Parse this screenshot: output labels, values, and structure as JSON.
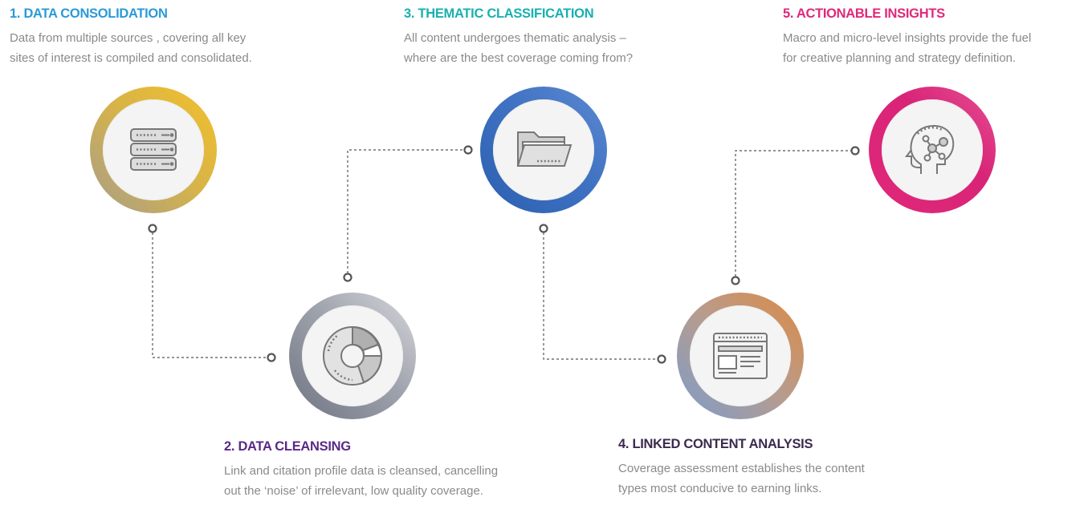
{
  "steps": [
    {
      "title": "1. DATA CONSOLIDATION",
      "desc_line1": "Data from multiple sources , covering all key",
      "desc_line2": "sites of interest is compiled and consolidated.",
      "color": "#2a9ad8",
      "icon": "server-icon"
    },
    {
      "title": "2. DATA CLEANSING",
      "desc_line1": "Link and citation profile data is cleansed, cancelling",
      "desc_line2": "out the ‘noise’ of irrelevant, low quality coverage.",
      "color": "#5a2a86",
      "icon": "pie-chart-icon"
    },
    {
      "title": "3. THEMATIC CLASSIFICATION",
      "desc_line1": "All content undergoes thematic analysis –",
      "desc_line2": "where are the best coverage coming from?",
      "color": "#19b0b0",
      "icon": "folder-icon"
    },
    {
      "title": "4. LINKED CONTENT ANALYSIS",
      "desc_line1": "Coverage assessment establishes the content",
      "desc_line2": "types most conducive to earning links.",
      "color": "#3b2a4e",
      "icon": "browser-window-icon"
    },
    {
      "title": "5. ACTIONABLE INSIGHTS",
      "desc_line1": "Macro and micro-level insights provide the fuel",
      "desc_line2": "for creative planning and strategy definition.",
      "color": "#e0287a",
      "icon": "brain-network-icon"
    }
  ]
}
